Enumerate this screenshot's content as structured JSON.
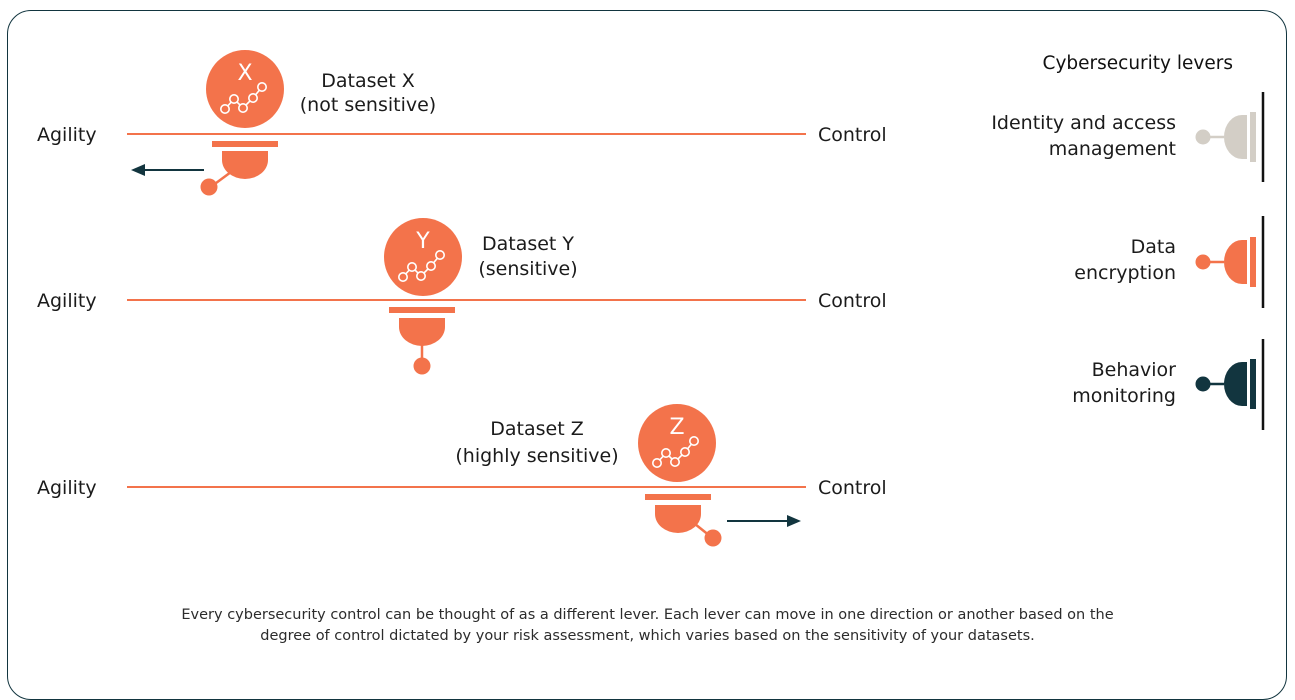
{
  "colors": {
    "orange": "#f3734b",
    "dark": "#12353f",
    "gray": "#d3cec6",
    "line": "#f3734b"
  },
  "rows": [
    {
      "left_label": "Agility",
      "right_label": "Control",
      "letter": "X",
      "dataset_line1": "Dataset X",
      "dataset_line2": "(not sensitive)",
      "lever_position": "agility",
      "arrow": "left"
    },
    {
      "left_label": "Agility",
      "right_label": "Control",
      "letter": "Y",
      "dataset_line1": "Dataset Y",
      "dataset_line2": "(sensitive)",
      "lever_position": "middle",
      "arrow": "none"
    },
    {
      "left_label": "Agility",
      "right_label": "Control",
      "letter": "Z",
      "dataset_line1": "Dataset Z",
      "dataset_line2": "(highly sensitive)",
      "lever_position": "control",
      "arrow": "right"
    }
  ],
  "legend": {
    "title": "Cybersecurity levers",
    "items": [
      {
        "line1": "Identity and access",
        "line2": "management",
        "color": "#d3cec6"
      },
      {
        "line1": "Data",
        "line2": "encryption",
        "color": "#f3734b"
      },
      {
        "line1": "Behavior",
        "line2": "monitoring",
        "color": "#12353f"
      }
    ]
  },
  "footer": {
    "line1": "Every cybersecurity control can be thought of as a different lever. Each lever can move in one direction or another based on the",
    "line2": "degree of control dictated by your risk assessment, which varies based on the  sensitivity of your datasets."
  }
}
